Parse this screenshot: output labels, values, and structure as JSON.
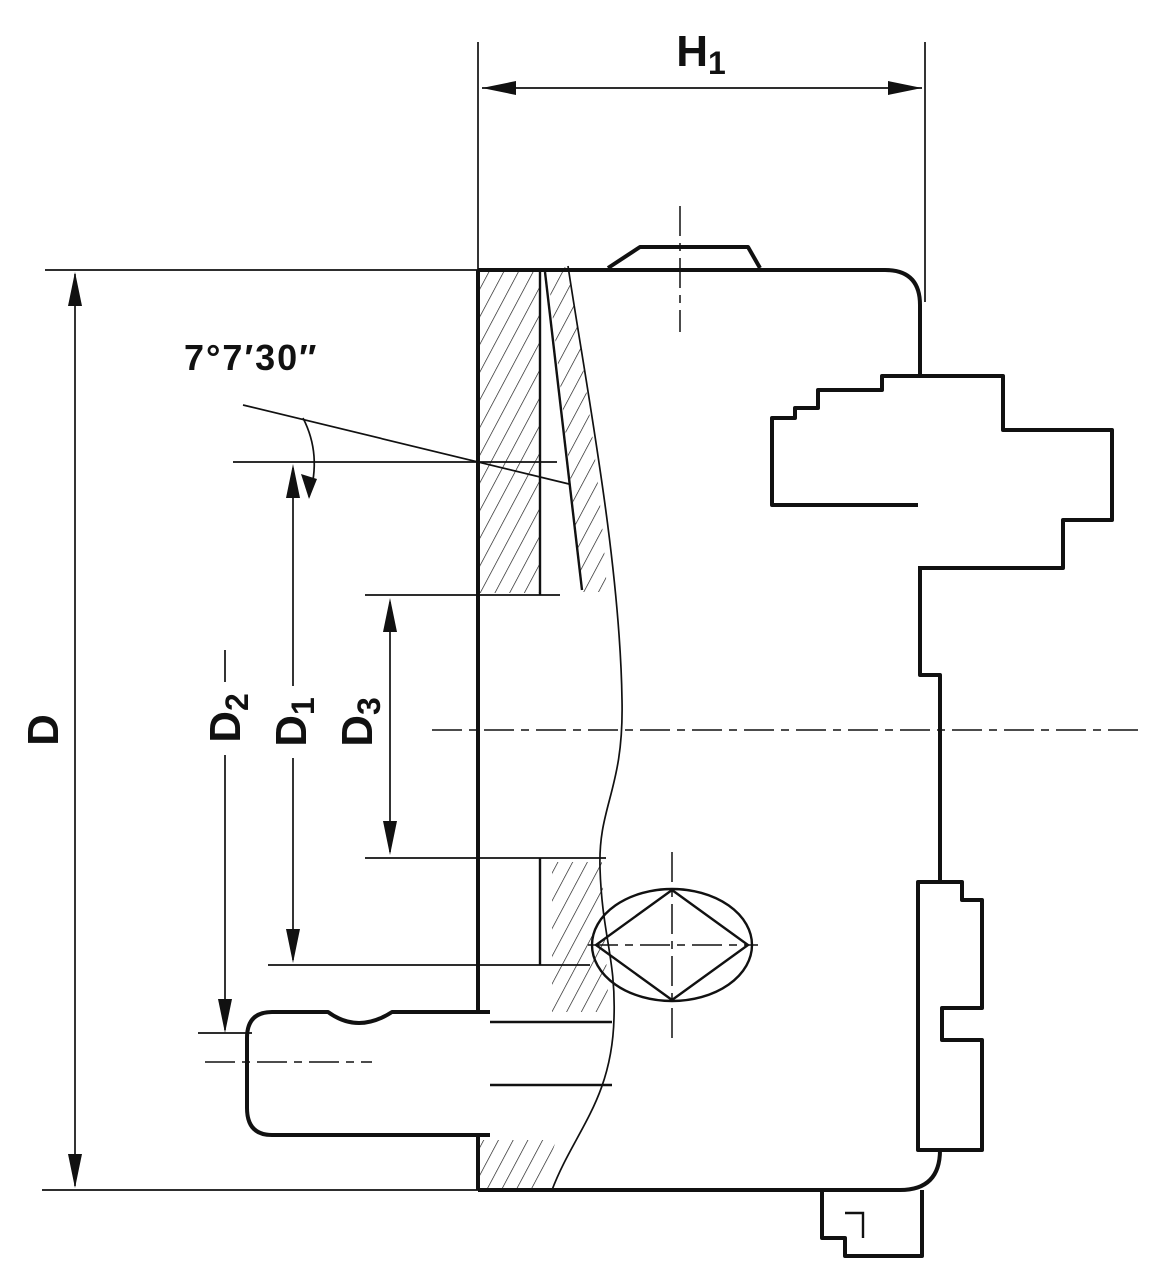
{
  "drawing": {
    "colors": {
      "ink": "#111111",
      "paper": "#ffffff"
    },
    "labels": {
      "h1": {
        "base": "H",
        "sub": "1"
      },
      "d": {
        "base": "D",
        "sub": ""
      },
      "d1": {
        "base": "D",
        "sub": "1"
      },
      "d2": {
        "base": "D",
        "sub": "2"
      },
      "d3": {
        "base": "D",
        "sub": "3"
      },
      "angle": "7°7′30″"
    }
  }
}
